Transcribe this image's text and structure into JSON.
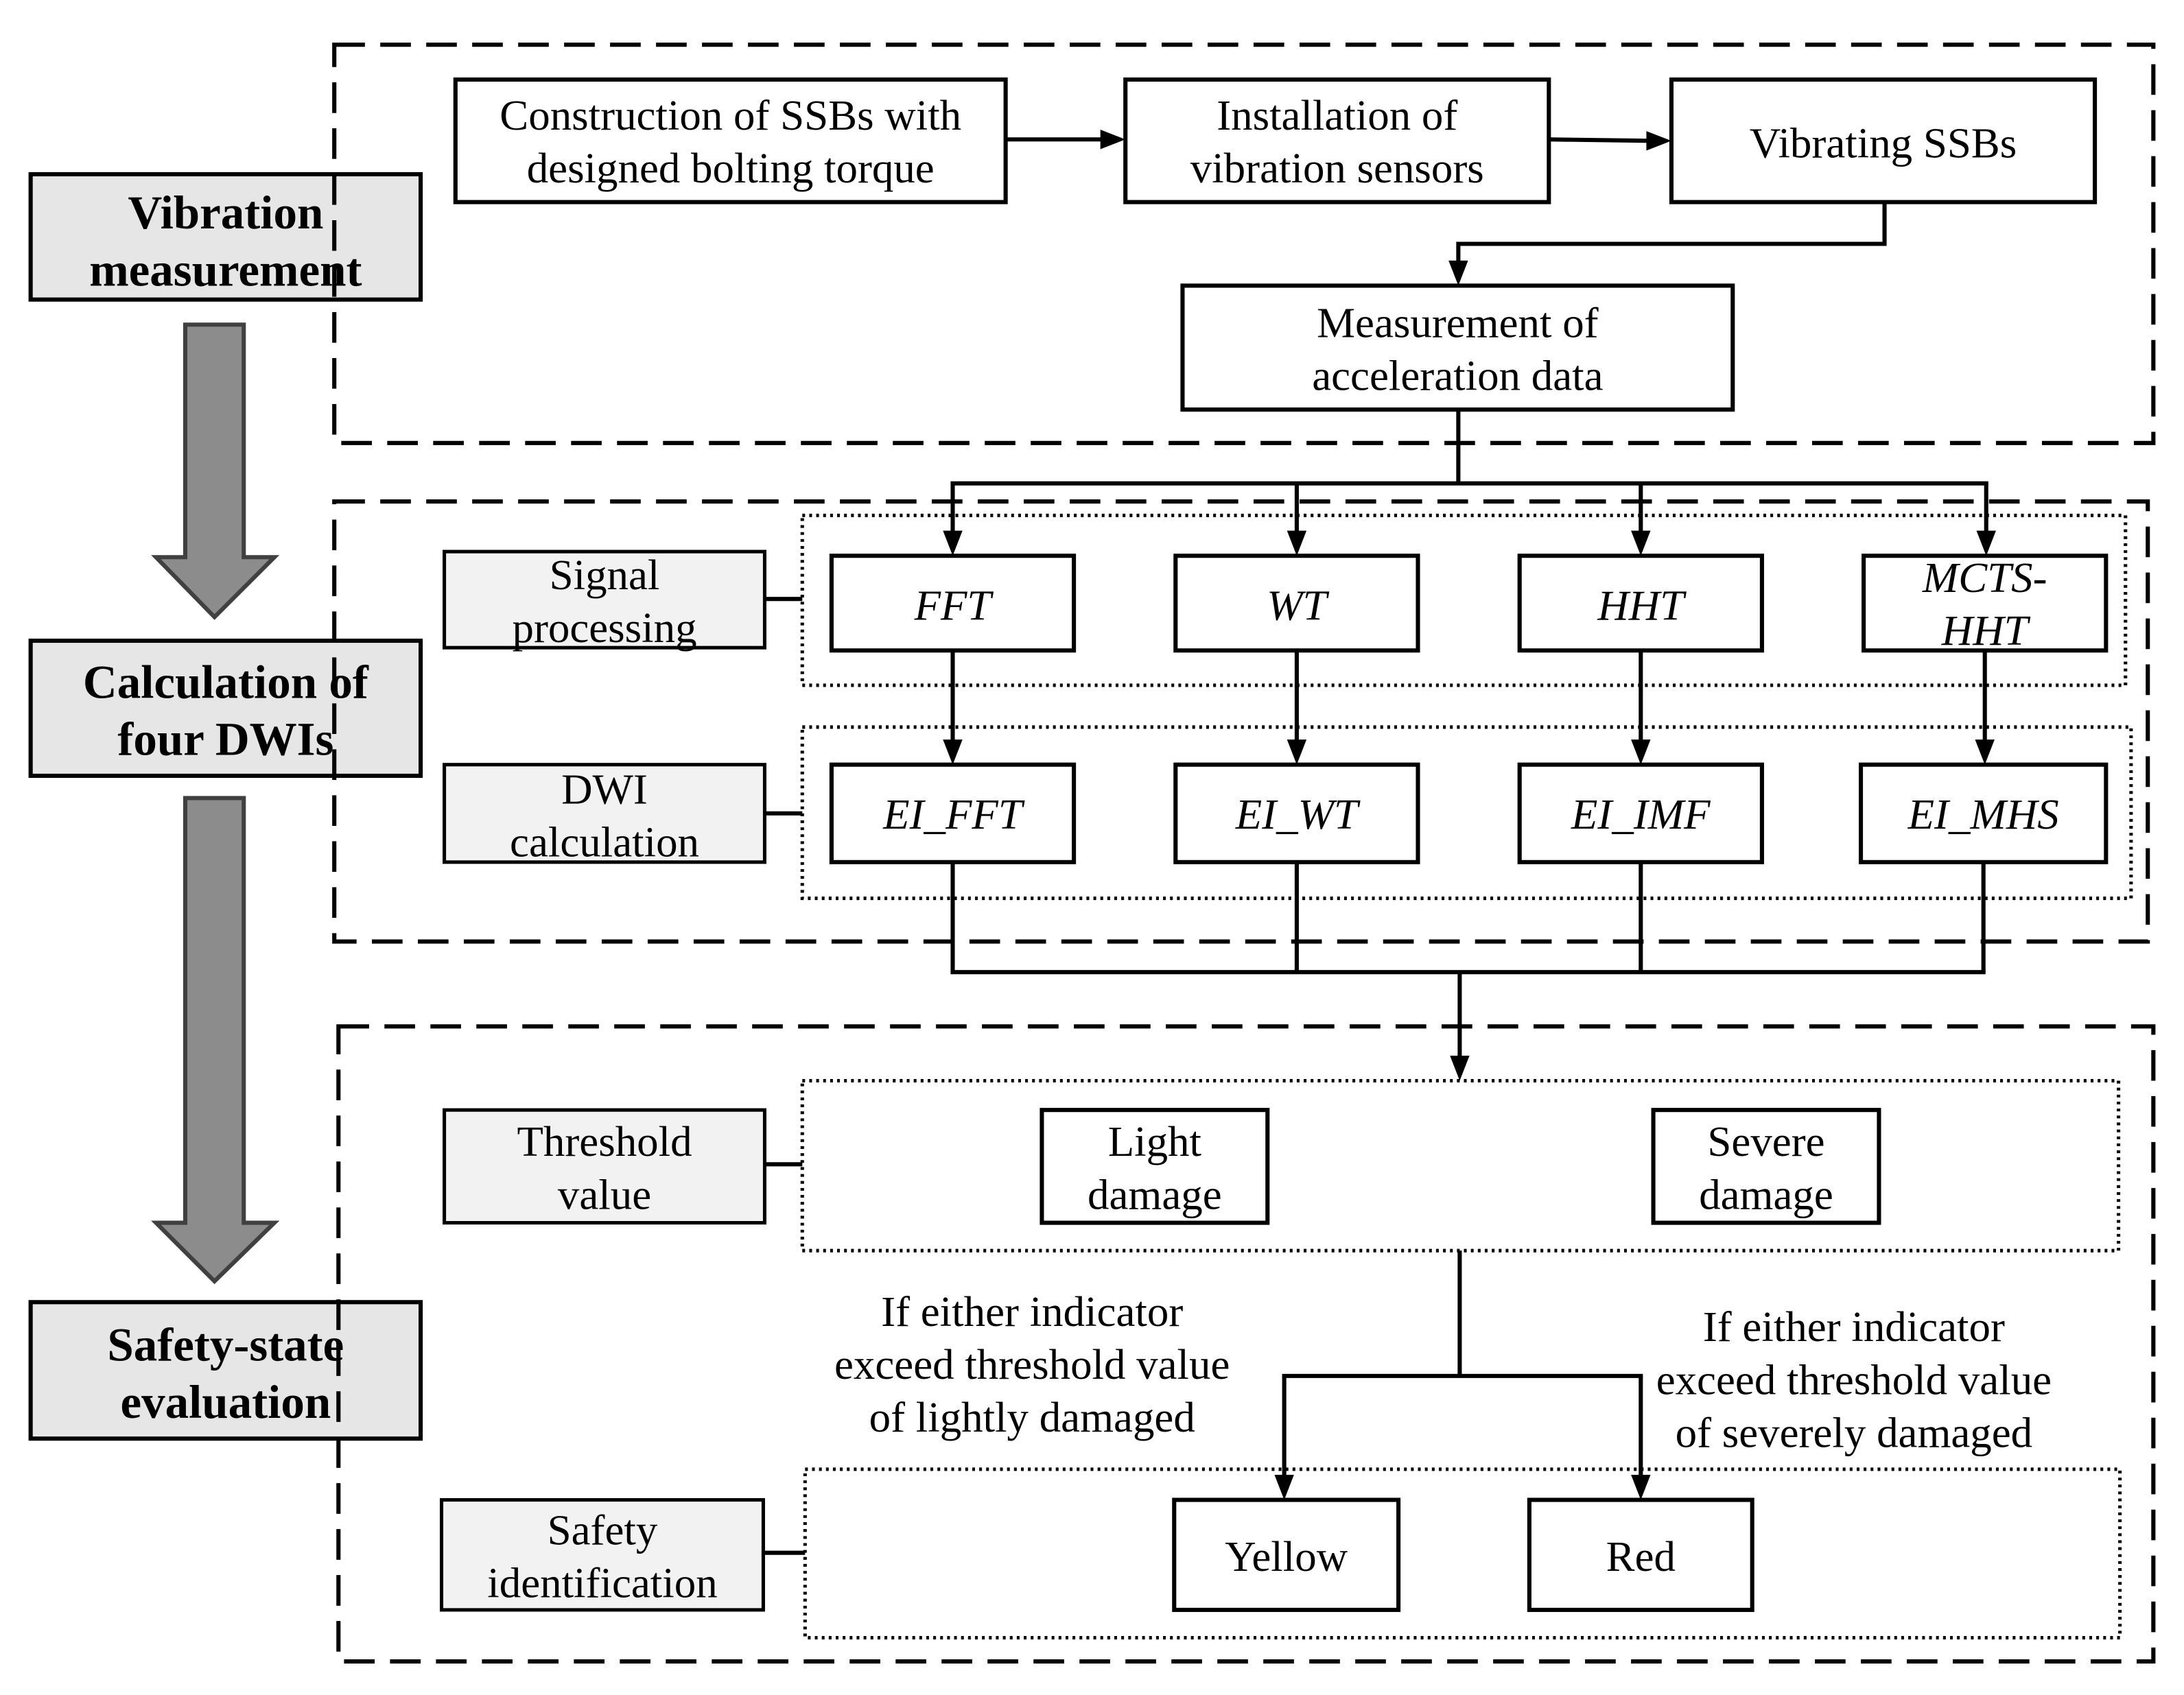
{
  "stages": [
    [
      "Vibration",
      "measurement"
    ],
    [
      "Calculation of",
      "four DWIs"
    ],
    [
      "Safety-state",
      "evaluation"
    ]
  ],
  "vibration_measurement": {
    "construction": [
      "Construction of SSBs with",
      "designed bolting torque"
    ],
    "installation": [
      "Installation of",
      "vibration sensors"
    ],
    "vibrating": "Vibrating SSBs",
    "acceleration": [
      "Measurement of",
      "acceleration data"
    ]
  },
  "dwi_calculation": {
    "signal_processing_label": [
      "Signal",
      "processing"
    ],
    "dwi_calculation_label": [
      "DWI",
      "calculation"
    ],
    "methods": [
      [
        "FFT"
      ],
      [
        "WT"
      ],
      [
        "HHT"
      ],
      [
        "MCTS-",
        "HHT"
      ]
    ],
    "indicators": [
      "EI_FFT",
      "EI_WT",
      "EI_IMF",
      "EI_MHS"
    ]
  },
  "safety_evaluation": {
    "threshold_label": [
      "Threshold",
      "value"
    ],
    "thresholds": [
      [
        "Light",
        "damage"
      ],
      [
        "Severe",
        "damage"
      ]
    ],
    "conditions": [
      [
        "If either indicator",
        "exceed threshold value",
        "of lightly damaged"
      ],
      [
        "If either indicator",
        "exceed threshold value",
        "of severely damaged"
      ]
    ],
    "identification_label": [
      "Safety",
      "identification"
    ],
    "states": [
      "Yellow",
      "Red"
    ]
  },
  "colors": {
    "stage_fill": "#e6e6e6",
    "label_fill": "#f2f2f2",
    "stage_arrow_fill": "#8c8c8c",
    "stage_arrow_outline": "#404040"
  }
}
